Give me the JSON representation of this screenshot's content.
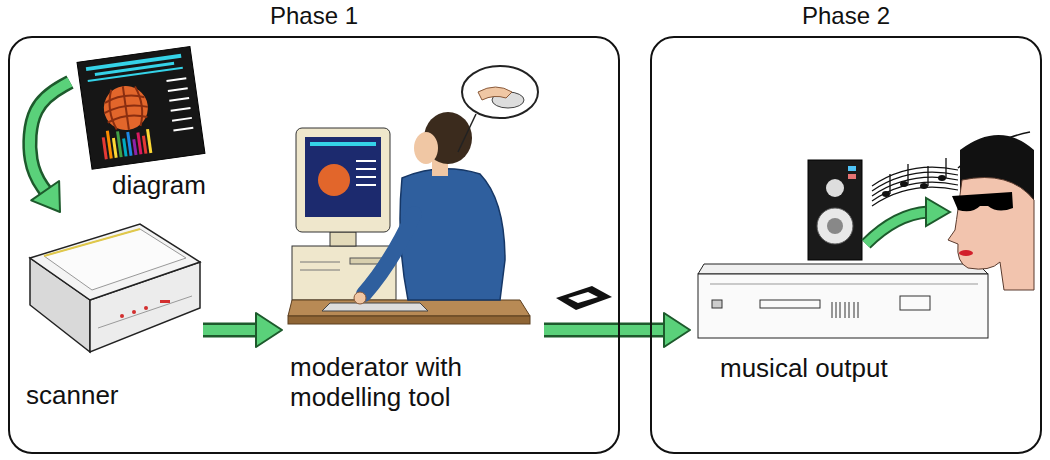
{
  "diagram": {
    "nodes": [
      {
        "text": [
          "Phase 1"
        ]
      },
      {
        "text": [
          "diagram"
        ],
        "in": 0
      },
      {
        "text": [
          "scanner"
        ],
        "in": 0
      },
      {
        "text": [
          "moderator with modelling tool"
        ],
        "in": 0
      },
      {
        "text": [
          "Phase 2"
        ]
      },
      {
        "text": [
          "musical output"
        ],
        "in": 4
      }
    ],
    "edges": [
      {
        "from": 1,
        "to": 2,
        "arrow": "to"
      },
      {
        "from": 2,
        "to": 3,
        "arrow": "to"
      },
      {
        "from": 3,
        "to": 5,
        "arrow": "to"
      }
    ]
  }
}
